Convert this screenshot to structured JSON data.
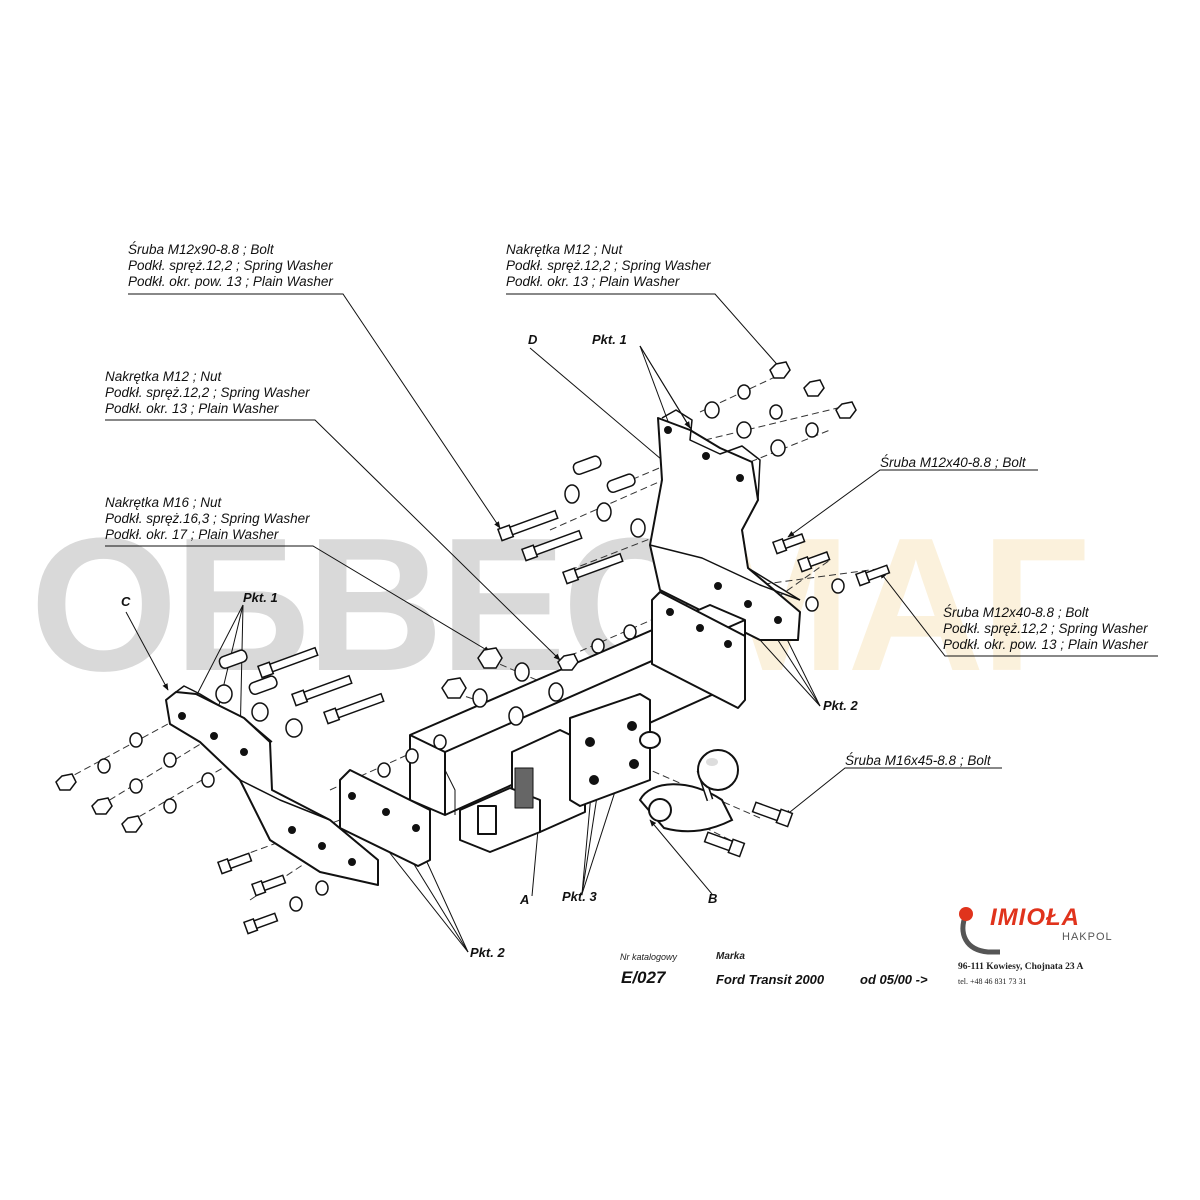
{
  "watermark": {
    "part1": "ОБВЕС",
    "part2": "МАГ"
  },
  "callouts": {
    "bolt_m12x90": [
      "Śruba M12x90-8.8 ;  Bolt",
      "Podkł. spręż.12,2 ; Spring Washer",
      "Podkł. okr. pow. 13 ; Plain Washer"
    ],
    "nut_m12_top": [
      "Nakrętka  M12 ; Nut",
      "Podkł. spręż.12,2 ; Spring Washer",
      "Podkł. okr. 13 ; Plain Washer"
    ],
    "nut_m12_left": [
      "Nakrętka  M12 ; Nut",
      "Podkł. spręż.12,2 ; Spring Washer",
      "Podkł. okr. 13 ; Plain Washer"
    ],
    "nut_m16": [
      "Nakrętka  M16 ; Nut",
      "Podkł. spręż.16,3 ; Spring Washer",
      "Podkł. okr. 17 ; Plain Washer"
    ],
    "bolt_m12x40_a": [
      "Śruba M12x40-8.8 ;  Bolt"
    ],
    "bolt_m12x40_b": [
      "Śruba M12x40-8.8 ;  Bolt",
      "Podkł. spręż.12,2 ; Spring Washer",
      "Podkł. okr. pow. 13 ; Plain Washer"
    ],
    "bolt_m16x45": [
      "Śruba M16x45-8.8 ;  Bolt"
    ]
  },
  "tags": {
    "pkt1_top": "Pkt. 1",
    "pkt1_left": "Pkt. 1",
    "pkt2_right": "Pkt. 2",
    "pkt2_bottom": "Pkt. 2",
    "pkt3": "Pkt. 3"
  },
  "letters": {
    "a": "A",
    "b": "B",
    "c": "C",
    "d": "D"
  },
  "title_block": {
    "catalog_label": "Nr katalogowy",
    "catalog_number": "E/027",
    "make_label": "Marka",
    "model": "Ford Transit 2000",
    "from": "od  05/00 ->"
  },
  "company": {
    "logo": "IMIOŁA",
    "sub": "HAKPOL",
    "address": "96-111 Kowiesy,  Chojnata 23 A",
    "phone": "tel. +48 46 831 73 31",
    "logo_color": "#e0331c"
  }
}
